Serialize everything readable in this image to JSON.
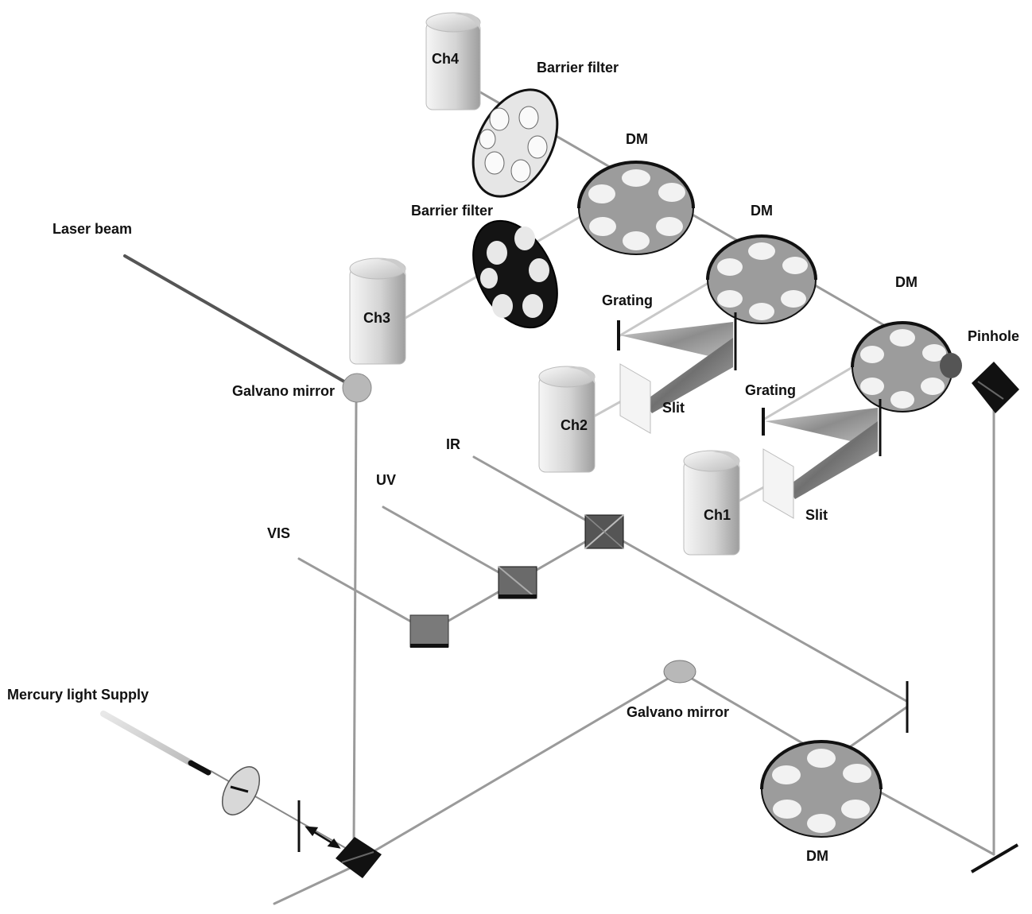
{
  "diagram": {
    "labels": {
      "ch4": "Ch4",
      "ch3": "Ch3",
      "ch2": "Ch2",
      "ch1": "Ch1",
      "barrier_filter_top": "Barrier filter",
      "barrier_filter_mid": "Barrier filter",
      "dm_1": "DM",
      "dm_2": "DM",
      "dm_3": "DM",
      "dm_bottom": "DM",
      "laser_beam": "Laser beam",
      "galvano_mirror_top": "Galvano mirror",
      "galvano_mirror_bottom": "Galvano mirror",
      "grating_1": "Grating",
      "grating_2": "Grating",
      "slit_1": "Slit",
      "slit_2": "Slit",
      "pinhole": "Pinhole",
      "ir": "IR",
      "uv": "UV",
      "vis": "VIS",
      "mercury_light_supply": "Mercury light Supply"
    },
    "colors": {
      "beam": "#9a9a9a",
      "beam_dark": "#555555",
      "wheel_fill": "#9c9c9c",
      "wheel_edge": "#111111",
      "hole": "#f2f2f2",
      "detector_light": "#f4f4f4",
      "detector_dark": "#a8a8a8",
      "mirror": "#111111"
    }
  }
}
